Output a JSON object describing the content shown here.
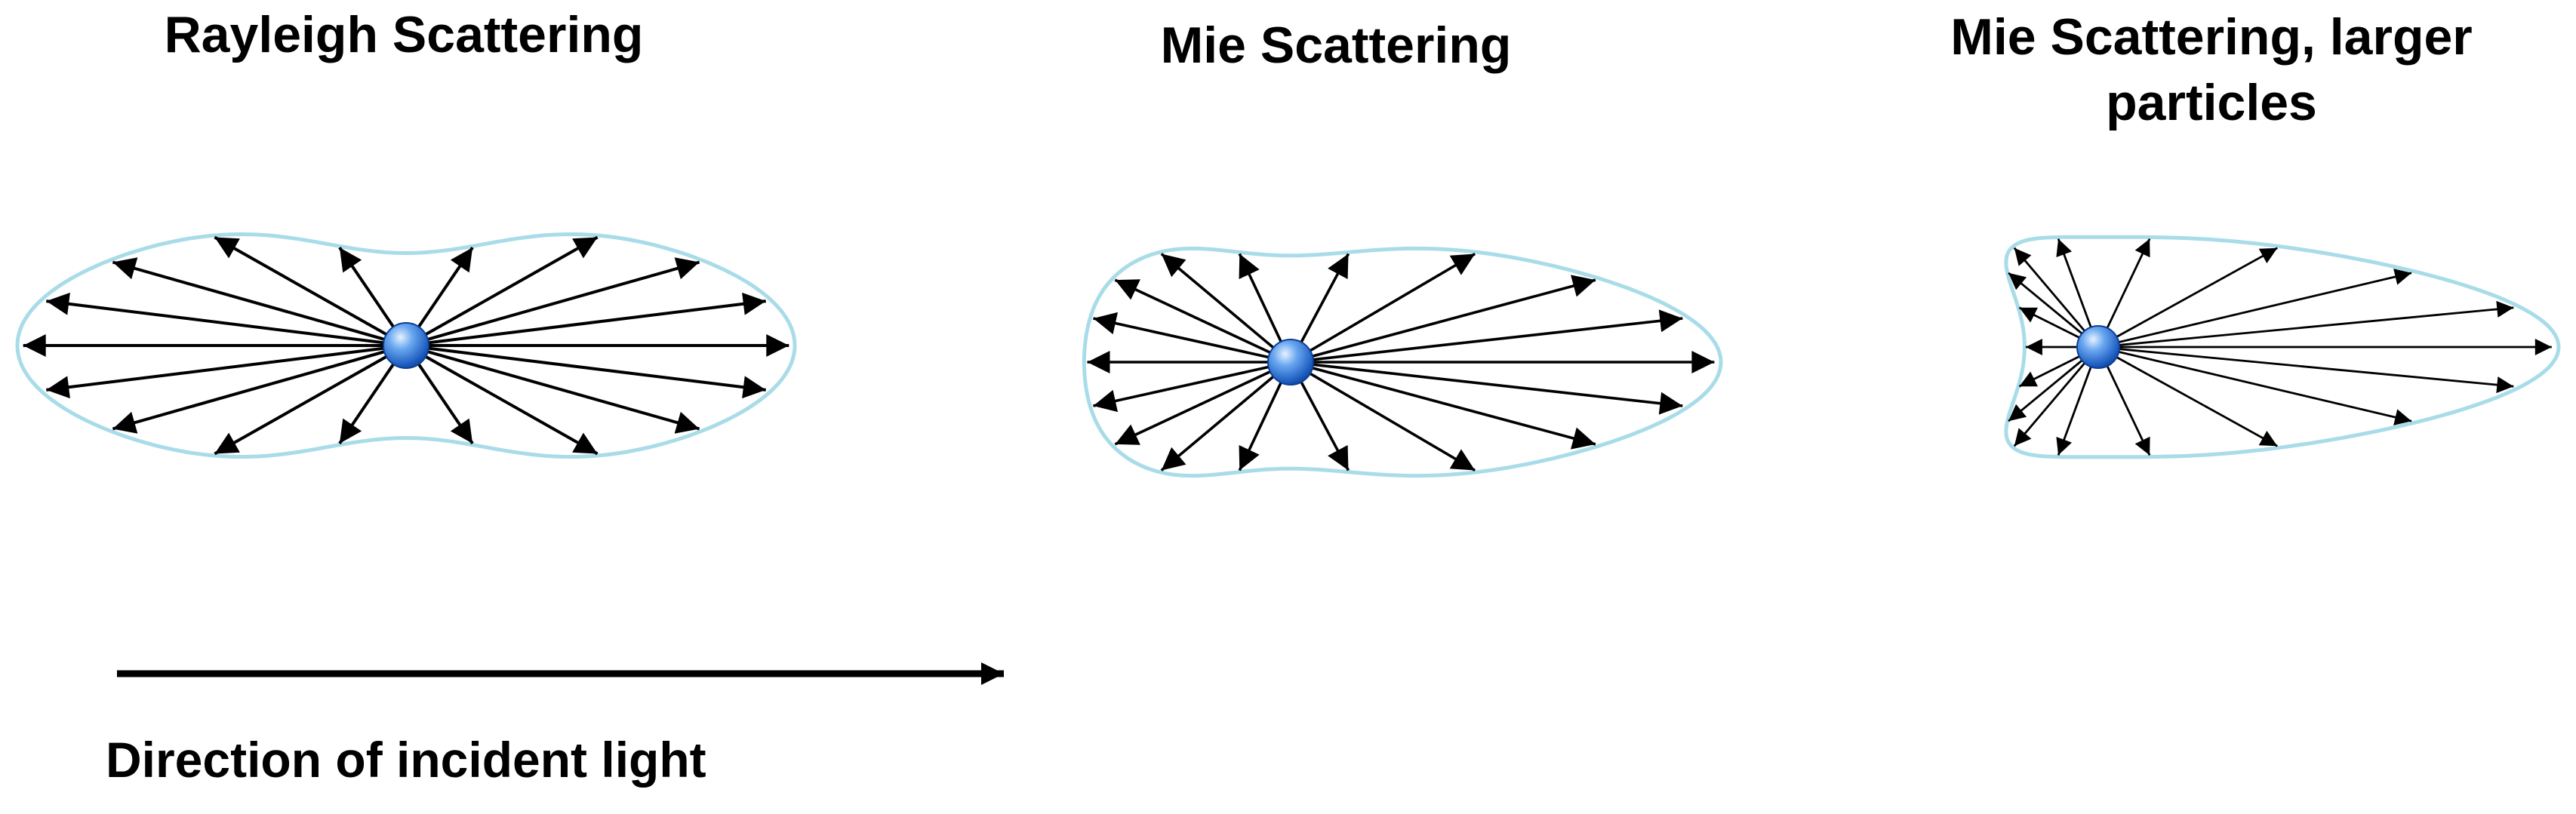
{
  "diagrams": [
    {
      "id": "rayleigh",
      "title": "Rayleigh Scattering",
      "pattern": "symmetric two-lobe (forward and backward equal)",
      "forward_relative_length": 1.0,
      "backward_relative_length": 1.0
    },
    {
      "id": "mie",
      "title": "Mie Scattering",
      "pattern": "forward lobe larger than backward lobe",
      "forward_relative_length": 1.0,
      "backward_relative_length": 0.48
    },
    {
      "id": "mie-large",
      "title": "Mie Scattering, larger particles",
      "pattern": "strongly forward-peaked",
      "forward_relative_length": 1.0,
      "backward_relative_length": 0.16
    }
  ],
  "incident_light": {
    "caption": "Direction of incident light",
    "direction": "left-to-right"
  },
  "colors": {
    "arrow": "#000000",
    "lobe_outline": "#a8dce8",
    "particle_light": "#cfe6ff",
    "particle_mid": "#3f86e0",
    "particle_dark": "#0c3f93",
    "text": "#000000"
  }
}
